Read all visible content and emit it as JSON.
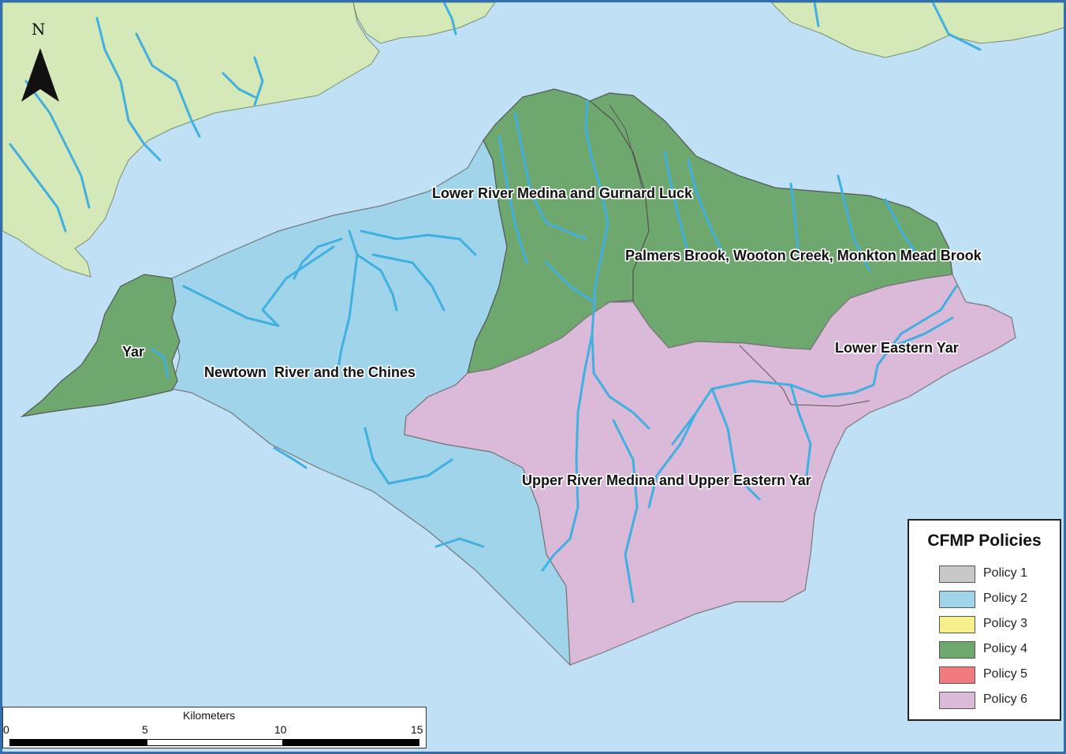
{
  "map": {
    "north_label": "N",
    "colors": {
      "sea": "#bfe0f5",
      "mainland": "#d5e8b8",
      "policy_2": "#9fd4ea",
      "policy_4": "#6fa86f",
      "policy_6": "#dab9d9",
      "river": "#3fb0e0",
      "frame": "#2f6fb2"
    },
    "regions": [
      {
        "name": "Yar",
        "policy": "Policy 4"
      },
      {
        "name": "Newtown  River and the Chines",
        "policy": "Policy 2"
      },
      {
        "name": "Lower River Medina and Gurnard Luck",
        "policy": "Policy 4"
      },
      {
        "name": "Palmers Brook, Wooton Creek, Monkton Mead Brook",
        "policy": "Policy 4"
      },
      {
        "name": "Lower Eastern Yar",
        "policy": "Policy 6"
      },
      {
        "name": "Upper River Medina and Upper Eastern Yar",
        "policy": "Policy 6"
      }
    ]
  },
  "legend": {
    "title": "CFMP Policies",
    "items": [
      {
        "label": "Policy 1",
        "color": "#c8c8c8"
      },
      {
        "label": "Policy 2",
        "color": "#9fd4ea"
      },
      {
        "label": "Policy 3",
        "color": "#f5ef8c"
      },
      {
        "label": "Policy 4",
        "color": "#6fa86f"
      },
      {
        "label": "Policy 5",
        "color": "#ef7b80"
      },
      {
        "label": "Policy 6",
        "color": "#dab9d9"
      }
    ]
  },
  "scale": {
    "unit": "Kilometers",
    "ticks": [
      "0",
      "5",
      "10",
      "15"
    ]
  }
}
